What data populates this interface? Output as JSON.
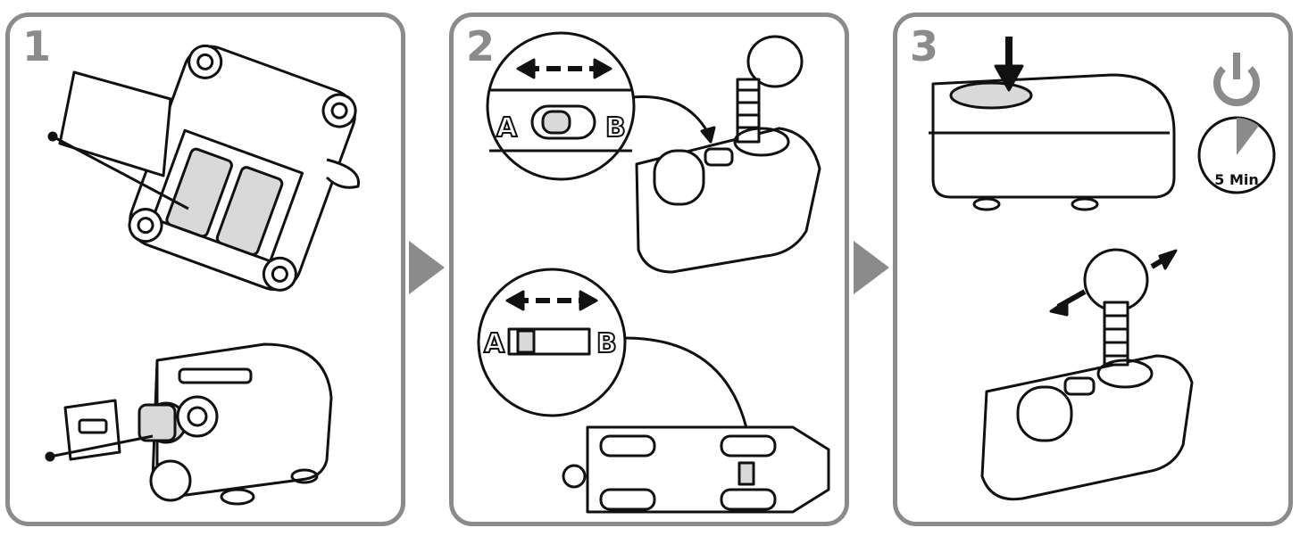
{
  "steps": [
    {
      "number": "1"
    },
    {
      "number": "2",
      "switch_left": "A",
      "switch_right": "B",
      "switch2_left": "A",
      "switch2_right": "B"
    },
    {
      "number": "3",
      "timer_label": "5 Min"
    }
  ],
  "icons": [
    "power-icon",
    "timer-icon",
    "double-arrow-icon",
    "down-arrow-icon"
  ],
  "colors": {
    "frame": "#8b8b8b",
    "ink": "#111111",
    "battery": "#d9d9d9"
  }
}
